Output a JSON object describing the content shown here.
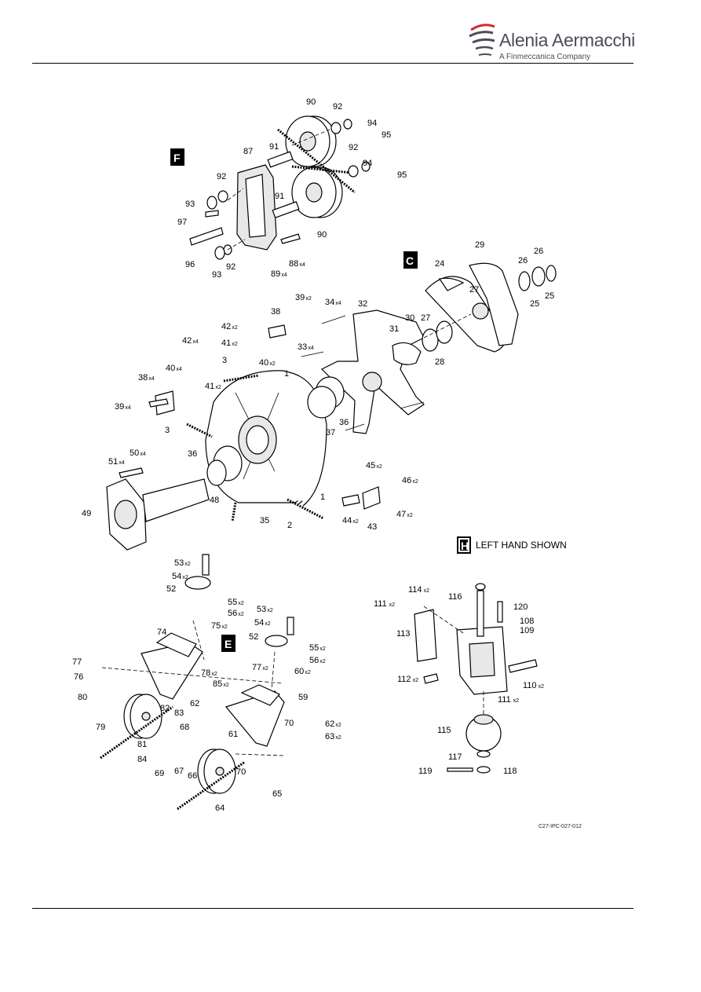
{
  "header": {
    "brand": "Alenia Aermacchi",
    "subtitle": "A Finmeccanica Company"
  },
  "views": {
    "F": "F",
    "C": "C",
    "E": "E",
    "H": "H"
  },
  "note": "LEFT HAND SHOWN",
  "figure_ref": "C27-IPC-027-012",
  "callouts": [
    {
      "id": "90a",
      "n": "90",
      "q": ""
    },
    {
      "id": "92a",
      "n": "92",
      "q": ""
    },
    {
      "id": "94a",
      "n": "94",
      "q": ""
    },
    {
      "id": "95a",
      "n": "95",
      "q": ""
    },
    {
      "id": "87",
      "n": "87",
      "q": ""
    },
    {
      "id": "91a",
      "n": "91",
      "q": ""
    },
    {
      "id": "92b",
      "n": "92",
      "q": ""
    },
    {
      "id": "94b",
      "n": "94",
      "q": ""
    },
    {
      "id": "95b",
      "n": "95",
      "q": ""
    },
    {
      "id": "92c",
      "n": "92",
      "q": ""
    },
    {
      "id": "93a",
      "n": "93",
      "q": ""
    },
    {
      "id": "91b",
      "n": "91",
      "q": ""
    },
    {
      "id": "97",
      "n": "97",
      "q": ""
    },
    {
      "id": "90b",
      "n": "90",
      "q": ""
    },
    {
      "id": "96",
      "n": "96",
      "q": ""
    },
    {
      "id": "88",
      "n": "88",
      "q": "x4"
    },
    {
      "id": "93b",
      "n": "93",
      "q": ""
    },
    {
      "id": "92d",
      "n": "92",
      "q": ""
    },
    {
      "id": "89",
      "n": "89",
      "q": "x4"
    },
    {
      "id": "29",
      "n": "29",
      "q": ""
    },
    {
      "id": "24",
      "n": "24",
      "q": ""
    },
    {
      "id": "26a",
      "n": "26",
      "q": ""
    },
    {
      "id": "26b",
      "n": "26",
      "q": ""
    },
    {
      "id": "27a",
      "n": "27",
      "q": ""
    },
    {
      "id": "25a",
      "n": "25",
      "q": ""
    },
    {
      "id": "25b",
      "n": "25",
      "q": ""
    },
    {
      "id": "39a",
      "n": "39",
      "q": "x2"
    },
    {
      "id": "34",
      "n": "34",
      "q": "x4"
    },
    {
      "id": "32",
      "n": "32",
      "q": ""
    },
    {
      "id": "38a",
      "n": "38",
      "q": ""
    },
    {
      "id": "42a",
      "n": "42",
      "q": "x2"
    },
    {
      "id": "31",
      "n": "31",
      "q": ""
    },
    {
      "id": "30",
      "n": "30",
      "q": ""
    },
    {
      "id": "27b",
      "n": "27",
      "q": ""
    },
    {
      "id": "41a",
      "n": "41",
      "q": "x2"
    },
    {
      "id": "33",
      "n": "33",
      "q": "x4"
    },
    {
      "id": "28",
      "n": "28",
      "q": ""
    },
    {
      "id": "42b",
      "n": "42",
      "q": "x4"
    },
    {
      "id": "40a",
      "n": "40",
      "q": "x2"
    },
    {
      "id": "3a",
      "n": "3",
      "q": ""
    },
    {
      "id": "1a",
      "n": "1",
      "q": ""
    },
    {
      "id": "40b",
      "n": "40",
      "q": "x4"
    },
    {
      "id": "38b",
      "n": "38",
      "q": "x4"
    },
    {
      "id": "41b",
      "n": "41",
      "q": "x2"
    },
    {
      "id": "39b",
      "n": "39",
      "q": "x4"
    },
    {
      "id": "3b",
      "n": "3",
      "q": ""
    },
    {
      "id": "37",
      "n": "37",
      "q": ""
    },
    {
      "id": "36a",
      "n": "36",
      "q": ""
    },
    {
      "id": "36b",
      "n": "36",
      "q": ""
    },
    {
      "id": "50",
      "n": "50",
      "q": "x4"
    },
    {
      "id": "51",
      "n": "51",
      "q": "x4"
    },
    {
      "id": "45",
      "n": "45",
      "q": "x2"
    },
    {
      "id": "46",
      "n": "46",
      "q": "x2"
    },
    {
      "id": "1b",
      "n": "1",
      "q": ""
    },
    {
      "id": "48",
      "n": "48",
      "q": ""
    },
    {
      "id": "49",
      "n": "49",
      "q": ""
    },
    {
      "id": "47",
      "n": "47",
      "q": "x2"
    },
    {
      "id": "35",
      "n": "35",
      "q": ""
    },
    {
      "id": "2",
      "n": "2",
      "q": ""
    },
    {
      "id": "44",
      "n": "44",
      "q": "x2"
    },
    {
      "id": "43",
      "n": "43",
      "q": ""
    },
    {
      "id": "53a",
      "n": "53",
      "q": "x2"
    },
    {
      "id": "54a",
      "n": "54",
      "q": "x2"
    },
    {
      "id": "52a",
      "n": "52",
      "q": ""
    },
    {
      "id": "55a",
      "n": "55",
      "q": "x2"
    },
    {
      "id": "56a",
      "n": "56",
      "q": "x2"
    },
    {
      "id": "53b",
      "n": "53",
      "q": "x2"
    },
    {
      "id": "75",
      "n": "75",
      "q": "x2"
    },
    {
      "id": "54b",
      "n": "54",
      "q": "x2"
    },
    {
      "id": "74",
      "n": "74",
      "q": ""
    },
    {
      "id": "52b",
      "n": "52",
      "q": ""
    },
    {
      "id": "55b",
      "n": "55",
      "q": "x2"
    },
    {
      "id": "77a",
      "n": "77",
      "q": ""
    },
    {
      "id": "56b",
      "n": "56",
      "q": "x2"
    },
    {
      "id": "76",
      "n": "76",
      "q": ""
    },
    {
      "id": "78",
      "n": "78",
      "q": "x2"
    },
    {
      "id": "77b",
      "n": "77",
      "q": "x2"
    },
    {
      "id": "60",
      "n": "60",
      "q": "x2"
    },
    {
      "id": "85",
      "n": "85",
      "q": "x2"
    },
    {
      "id": "80",
      "n": "80",
      "q": ""
    },
    {
      "id": "59",
      "n": "59",
      "q": ""
    },
    {
      "id": "62a",
      "n": "62",
      "q": ""
    },
    {
      "id": "82",
      "n": "82",
      "q": ""
    },
    {
      "id": "83",
      "n": "83",
      "q": ""
    },
    {
      "id": "79",
      "n": "79",
      "q": ""
    },
    {
      "id": "70a",
      "n": "70",
      "q": ""
    },
    {
      "id": "62b",
      "n": "62",
      "q": "x2"
    },
    {
      "id": "61",
      "n": "61",
      "q": ""
    },
    {
      "id": "81",
      "n": "81",
      "q": ""
    },
    {
      "id": "68",
      "n": "68",
      "q": ""
    },
    {
      "id": "63",
      "n": "63",
      "q": "x2"
    },
    {
      "id": "84",
      "n": "84",
      "q": ""
    },
    {
      "id": "70b",
      "n": "70",
      "q": ""
    },
    {
      "id": "69",
      "n": "69",
      "q": ""
    },
    {
      "id": "67",
      "n": "67",
      "q": ""
    },
    {
      "id": "66",
      "n": "66",
      "q": ""
    },
    {
      "id": "65",
      "n": "65",
      "q": ""
    },
    {
      "id": "64",
      "n": "64",
      "q": ""
    },
    {
      "id": "114",
      "n": "114",
      "q": "x2"
    },
    {
      "id": "116",
      "n": "116",
      "q": ""
    },
    {
      "id": "111a",
      "n": "111",
      "q": "x2"
    },
    {
      "id": "120",
      "n": "120",
      "q": ""
    },
    {
      "id": "108",
      "n": "108",
      "q": ""
    },
    {
      "id": "113",
      "n": "113",
      "q": ""
    },
    {
      "id": "109",
      "n": "109",
      "q": ""
    },
    {
      "id": "112",
      "n": "112",
      "q": "x2"
    },
    {
      "id": "110",
      "n": "110",
      "q": "x2"
    },
    {
      "id": "111b",
      "n": "111",
      "q": "x2"
    },
    {
      "id": "115",
      "n": "115",
      "q": ""
    },
    {
      "id": "117",
      "n": "117",
      "q": ""
    },
    {
      "id": "119",
      "n": "119",
      "q": ""
    },
    {
      "id": "118",
      "n": "118",
      "q": ""
    }
  ]
}
